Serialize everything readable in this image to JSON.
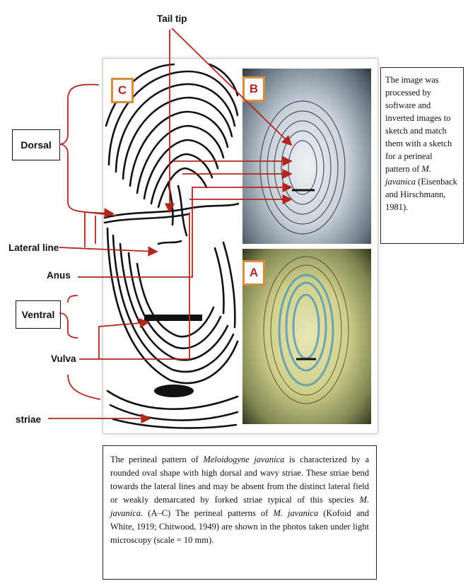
{
  "labels": {
    "tail_tip": "Tail tip",
    "dorsal": "Dorsal",
    "lateral_line": "Lateral line",
    "anus": "Anus",
    "ventral": "Ventral",
    "vulva": "Vulva",
    "striae": "striae"
  },
  "panels": {
    "c": "C",
    "b": "B",
    "a": "A"
  },
  "side_note": {
    "part1": "The image was processed by software and inverted images to sketch and match them with a sketch for a perineal pattern of ",
    "species": "M. javanica",
    "part2": " (Eisenback and Hirschmann, 1981)."
  },
  "caption": {
    "p1": "The perineal pattern of ",
    "species1": "Meloidogyne javanica",
    "p2": " is characterized by a rounded oval shape with high dorsal and wavy striae. These striae bend towards the lateral lines and may be absent from the distinct lateral field or weakly demarcated by forked striae typical of this species ",
    "species2": "M. javanica",
    "p3": ". (A–C) The perineal patterns of ",
    "species3": "M. javanica",
    "p4": " (Kofoid and White, 1919; Chitwood, 1949) are shown in the photos taken under light microscopy (scale = 10 mm)."
  },
  "colors": {
    "arrow": "#b3261e",
    "panel_letter_border": "#d98b3a"
  }
}
